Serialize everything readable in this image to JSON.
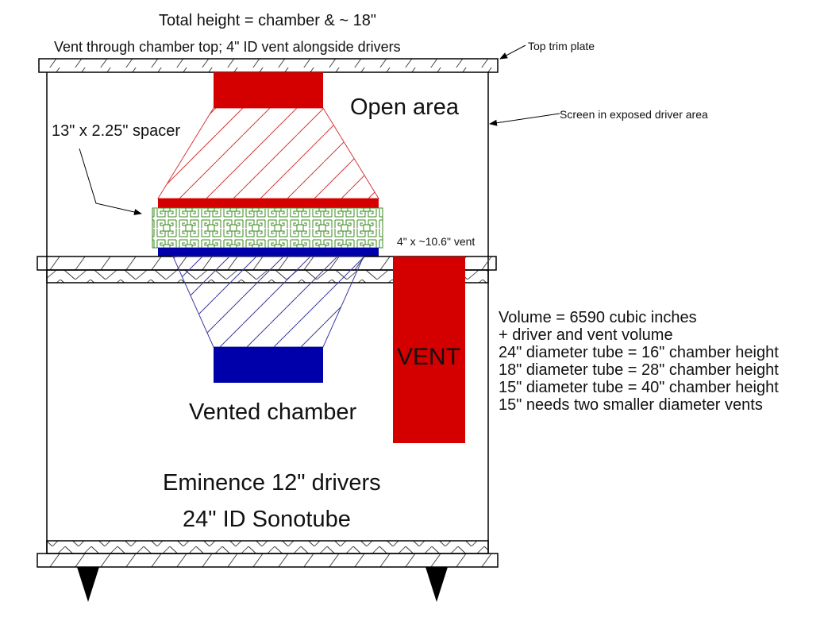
{
  "title": {
    "line1": "Total height = chamber & ~ 18\"",
    "line2": "Vent through chamber top; 4\" ID vent alongside drivers"
  },
  "callouts": {
    "top_trim_plate": "Top trim plate",
    "screen": "Screen in exposed driver area",
    "spacer": "13\" x 2.25\" spacer"
  },
  "regions": {
    "open_area": "Open area",
    "vented_chamber": "Vented chamber",
    "drivers": "Eminence 12\" drivers",
    "tube": "24\" ID Sonotube"
  },
  "vent": {
    "label": "VENT",
    "size_label": "4\" x ~10.6\" vent"
  },
  "notes": [
    "Volume = 6590 cubic inches",
    "+ driver and vent volume",
    "24\" diameter tube = 16\" chamber height",
    "18\" diameter tube = 28\" chamber height",
    "15\" diameter tube = 40\" chamber height",
    "15\" needs two smaller diameter vents"
  ],
  "colors": {
    "upper_driver": "#d40000",
    "lower_driver": "#0000aa",
    "vent": "#d40000",
    "spacer": "#3a8a1e",
    "outline": "#000000"
  }
}
